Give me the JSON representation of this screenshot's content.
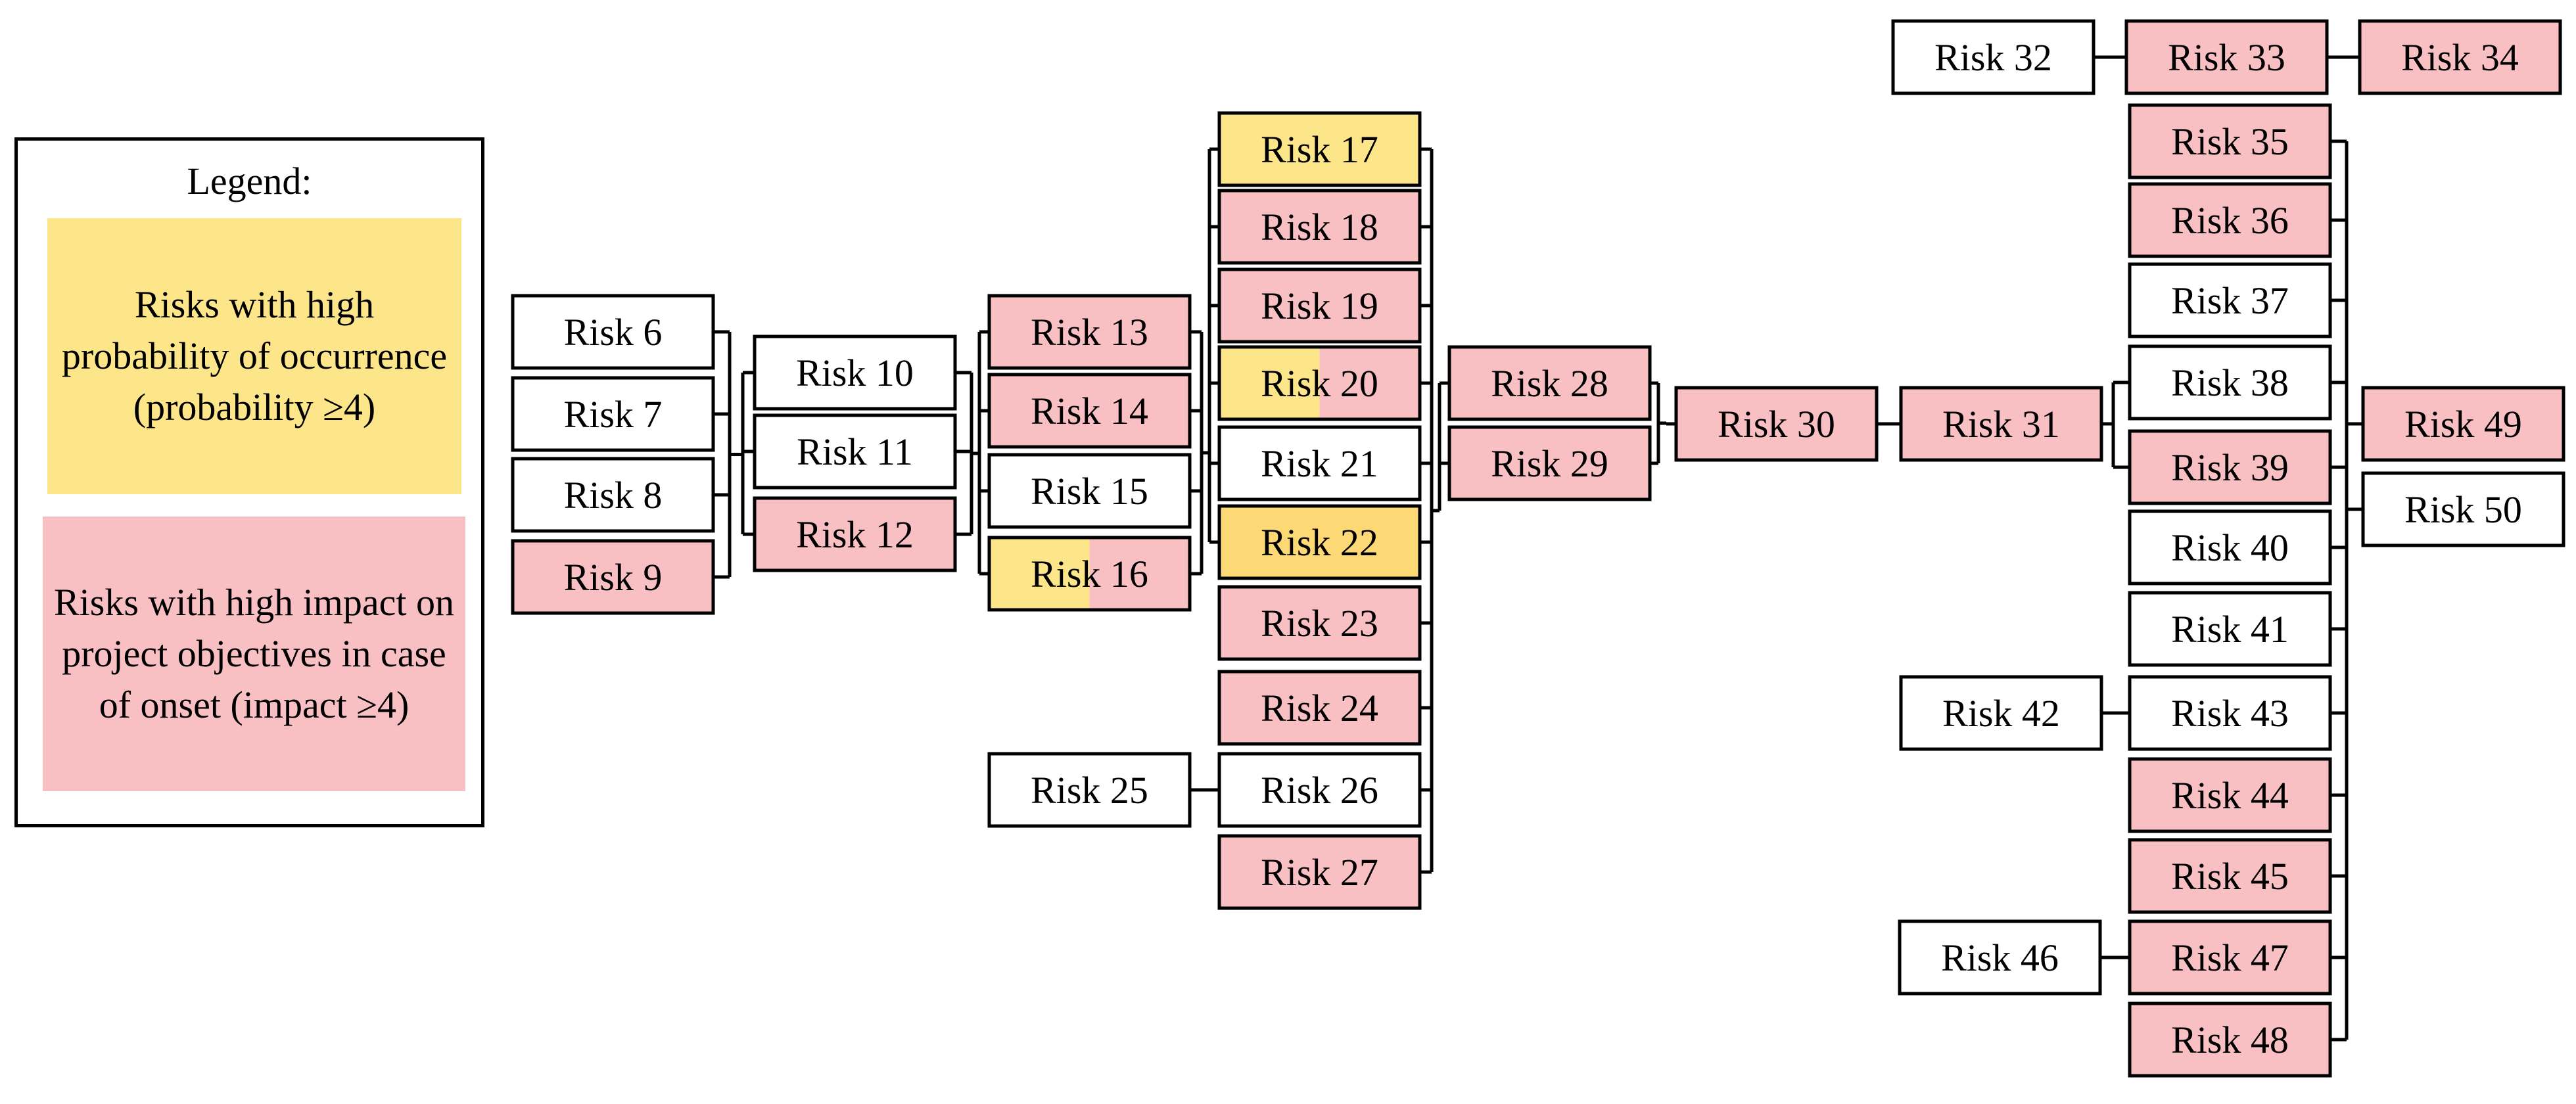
{
  "colors": {
    "probability": "#fde68a",
    "impact": "#f9c0c3",
    "both": "#fdd975",
    "none": "#ffffff",
    "border": "#000000",
    "line": "#000000"
  },
  "legend": {
    "title": "Legend:",
    "probability_text": "Risks with high probability of occurrence (probability ≥4)",
    "impact_text": "Risks with high impact on project objectives in case of onset (impact ≥4)"
  },
  "risks": [
    {
      "id": 6,
      "label": "Risk 6",
      "category": "none"
    },
    {
      "id": 7,
      "label": "Risk 7",
      "category": "none"
    },
    {
      "id": 8,
      "label": "Risk 8",
      "category": "none"
    },
    {
      "id": 9,
      "label": "Risk 9",
      "category": "impact"
    },
    {
      "id": 10,
      "label": "Risk 10",
      "category": "none"
    },
    {
      "id": 11,
      "label": "Risk 11",
      "category": "none"
    },
    {
      "id": 12,
      "label": "Risk 12",
      "category": "impact"
    },
    {
      "id": 13,
      "label": "Risk 13",
      "category": "impact"
    },
    {
      "id": 14,
      "label": "Risk 14",
      "category": "impact"
    },
    {
      "id": 15,
      "label": "Risk 15",
      "category": "none"
    },
    {
      "id": 16,
      "label": "Risk 16",
      "category": "split"
    },
    {
      "id": 17,
      "label": "Risk 17",
      "category": "probability"
    },
    {
      "id": 18,
      "label": "Risk 18",
      "category": "impact"
    },
    {
      "id": 19,
      "label": "Risk 19",
      "category": "impact"
    },
    {
      "id": 20,
      "label": "Risk 20",
      "category": "split"
    },
    {
      "id": 21,
      "label": "Risk 21",
      "category": "none"
    },
    {
      "id": 22,
      "label": "Risk 22",
      "category": "both"
    },
    {
      "id": 23,
      "label": "Risk 23",
      "category": "impact"
    },
    {
      "id": 24,
      "label": "Risk 24",
      "category": "impact"
    },
    {
      "id": 25,
      "label": "Risk 25",
      "category": "none"
    },
    {
      "id": 26,
      "label": "Risk 26",
      "category": "none"
    },
    {
      "id": 27,
      "label": "Risk 27",
      "category": "impact"
    },
    {
      "id": 28,
      "label": "Risk 28",
      "category": "impact"
    },
    {
      "id": 29,
      "label": "Risk 29",
      "category": "impact"
    },
    {
      "id": 30,
      "label": "Risk 30",
      "category": "impact"
    },
    {
      "id": 31,
      "label": "Risk 31",
      "category": "impact"
    },
    {
      "id": 32,
      "label": "Risk 32",
      "category": "none"
    },
    {
      "id": 33,
      "label": "Risk 33",
      "category": "impact"
    },
    {
      "id": 34,
      "label": "Risk 34",
      "category": "impact"
    },
    {
      "id": 35,
      "label": "Risk 35",
      "category": "impact"
    },
    {
      "id": 36,
      "label": "Risk 36",
      "category": "impact"
    },
    {
      "id": 37,
      "label": "Risk 37",
      "category": "none"
    },
    {
      "id": 38,
      "label": "Risk 38",
      "category": "none"
    },
    {
      "id": 39,
      "label": "Risk 39",
      "category": "impact"
    },
    {
      "id": 40,
      "label": "Risk 40",
      "category": "none"
    },
    {
      "id": 41,
      "label": "Risk 41",
      "category": "none"
    },
    {
      "id": 42,
      "label": "Risk 42",
      "category": "none"
    },
    {
      "id": 43,
      "label": "Risk 43",
      "category": "none"
    },
    {
      "id": 44,
      "label": "Risk 44",
      "category": "impact"
    },
    {
      "id": 45,
      "label": "Risk 45",
      "category": "impact"
    },
    {
      "id": 46,
      "label": "Risk 46",
      "category": "none"
    },
    {
      "id": 47,
      "label": "Risk 47",
      "category": "impact"
    },
    {
      "id": 48,
      "label": "Risk 48",
      "category": "impact"
    },
    {
      "id": 49,
      "label": "Risk 49",
      "category": "impact"
    },
    {
      "id": 50,
      "label": "Risk 50",
      "category": "none"
    }
  ]
}
